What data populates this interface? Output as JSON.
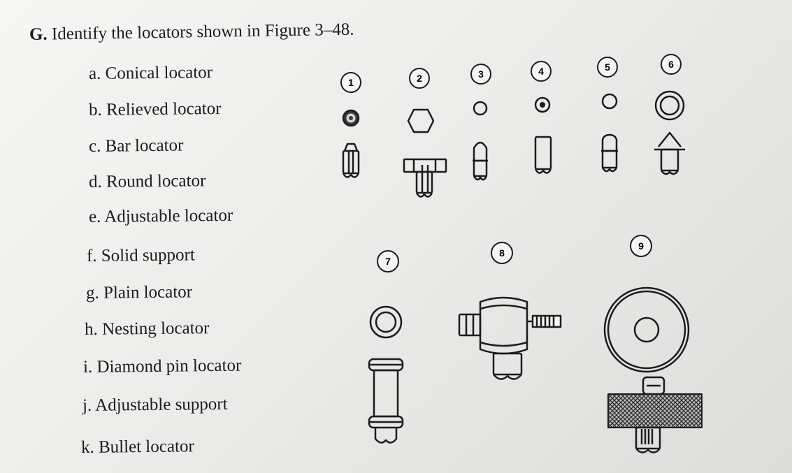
{
  "question": {
    "label": "G.",
    "text": "Identify the locators shown in Figure 3–48."
  },
  "options": [
    {
      "letter": "a.",
      "text": "Conical locator"
    },
    {
      "letter": "b.",
      "text": "Relieved locator"
    },
    {
      "letter": "c.",
      "text": "Bar locator"
    },
    {
      "letter": "d.",
      "text": "Round locator"
    },
    {
      "letter": "e.",
      "text": "Adjustable locator"
    },
    {
      "letter": "f.",
      "text": "Solid support"
    },
    {
      "letter": "g.",
      "text": "Plain locator"
    },
    {
      "letter": "h.",
      "text": "Nesting locator"
    },
    {
      "letter": "i.",
      "text": "Diamond pin locator"
    },
    {
      "letter": "j.",
      "text": "Adjustable support"
    },
    {
      "letter": "k.",
      "text": "Bullet locator"
    }
  ],
  "figure_numbers": [
    "1",
    "2",
    "3",
    "4",
    "5",
    "6",
    "7",
    "8",
    "9"
  ]
}
